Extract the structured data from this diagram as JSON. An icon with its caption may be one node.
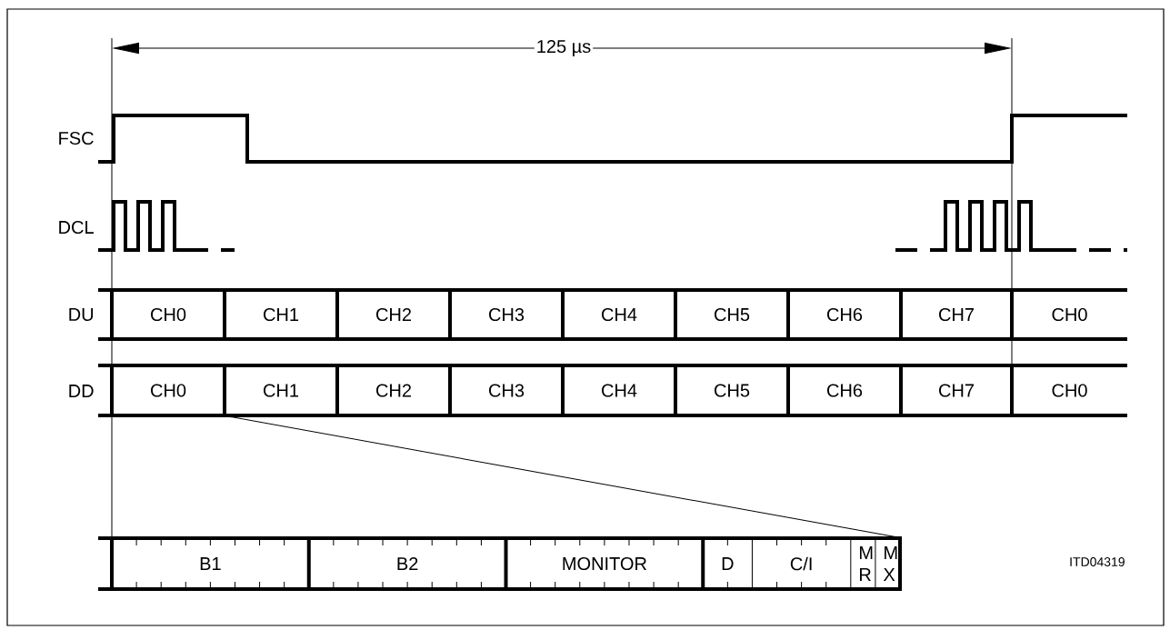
{
  "diagram": {
    "nodes": [
      {
        "text": [
          "CH0"
        ]
      },
      {
        "text": [
          "CH1"
        ]
      },
      {
        "text": [
          "CH2"
        ]
      },
      {
        "text": [
          "CH3"
        ]
      },
      {
        "text": [
          "CH4"
        ]
      },
      {
        "text": [
          "CH5"
        ]
      },
      {
        "text": [
          "CH6"
        ]
      },
      {
        "text": [
          "CH7"
        ]
      },
      {
        "text": [
          "CH0"
        ]
      },
      {
        "text": [
          "CH0"
        ]
      },
      {
        "text": [
          "CH1"
        ]
      },
      {
        "text": [
          "CH2"
        ]
      },
      {
        "text": [
          "CH3"
        ]
      },
      {
        "text": [
          "CH4"
        ]
      },
      {
        "text": [
          "CH5"
        ]
      },
      {
        "text": [
          "CH6"
        ]
      },
      {
        "text": [
          "CH7"
        ]
      },
      {
        "text": [
          "CH0"
        ]
      },
      {
        "text": [],
        "shape": "bar"
      },
      {
        "text": [
          "B1"
        ],
        "in": 18
      },
      {
        "text": [
          "B2"
        ],
        "in": 18
      },
      {
        "text": [
          "MONITOR"
        ],
        "in": 18
      },
      {
        "text": [
          "D"
        ],
        "in": 18
      },
      {
        "text": [
          "C/I"
        ],
        "in": 18
      },
      {
        "text": [
          "M R"
        ],
        "in": 18
      },
      {
        "text": [
          "M X"
        ],
        "in": 18
      }
    ],
    "edges": [
      {
        "from": 9,
        "to": 18,
        "arrow": "none"
      }
    ],
    "labels": [
      "125 µs",
      "FSC",
      "DCL",
      "DU",
      "DD",
      "ITD04319"
    ]
  }
}
